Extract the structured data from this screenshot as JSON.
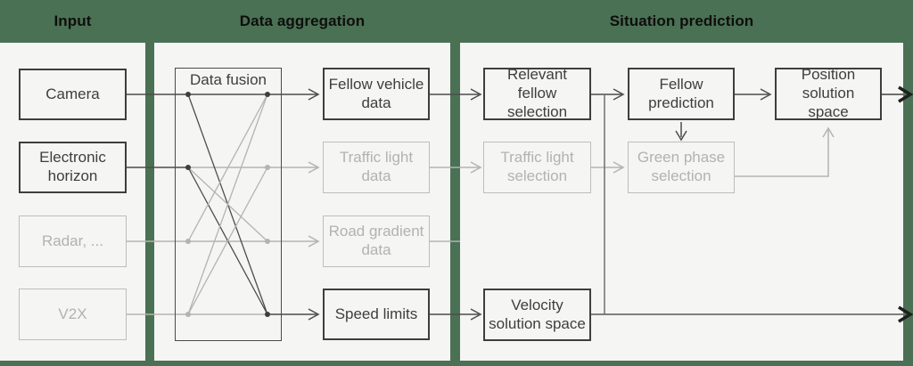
{
  "headers": {
    "input": "Input",
    "aggregation": "Data aggregation",
    "prediction": "Situation prediction"
  },
  "nodes": {
    "camera": {
      "label": "Camera",
      "tone": "dark"
    },
    "electronic_horizon": {
      "label": "Electronic horizon",
      "tone": "dark"
    },
    "radar": {
      "label": "Radar, ...",
      "tone": "muted"
    },
    "v2x": {
      "label": "V2X",
      "tone": "muted"
    },
    "data_fusion": {
      "label": "Data fusion",
      "tone": "dark"
    },
    "fellow_vehicle_data": {
      "label": "Fellow vehicle data",
      "tone": "dark"
    },
    "traffic_light_data": {
      "label": "Traffic light data",
      "tone": "muted"
    },
    "road_gradient_data": {
      "label": "Road gradient data",
      "tone": "muted"
    },
    "speed_limits": {
      "label": "Speed limits",
      "tone": "dark"
    },
    "relevant_fellow_selection": {
      "label": "Relevant fellow selection",
      "tone": "dark"
    },
    "traffic_light_selection": {
      "label": "Traffic light selection",
      "tone": "muted"
    },
    "velocity_solution_space": {
      "label": "Velocity solution space",
      "tone": "dark"
    },
    "fellow_prediction": {
      "label": "Fellow prediction",
      "tone": "dark"
    },
    "green_phase_selection": {
      "label": "Green phase selection",
      "tone": "muted"
    },
    "position_solution_space": {
      "label": "Position solution space",
      "tone": "dark"
    }
  },
  "connections": [
    "Camera -> Data fusion -> Fellow vehicle data",
    "Electronic horizon -> Data fusion -> Traffic light data",
    "Radar, ... -> Data fusion -> Road gradient data",
    "V2X -> Data fusion -> Speed limits",
    "Camera x Speed limits (fusion crossing, dark)",
    "Electronic horizon x Speed limits (fusion crossing, dark)",
    "Electronic horizon x Road gradient data (fusion crossing, gray)",
    "Radar x Fellow vehicle data (fusion crossing, gray)",
    "V2X x Fellow vehicle data (fusion crossing, gray)",
    "V2X x Traffic light data (fusion crossing, gray)",
    "Fellow vehicle data -> Relevant fellow selection",
    "Traffic light data -> Traffic light selection",
    "Road gradient data -> (ends at divider)",
    "Speed limits -> Velocity solution space",
    "Relevant fellow selection -> Fellow prediction",
    "Traffic light selection -> Green phase selection",
    "Fellow prediction -> Green phase selection",
    "Fellow prediction -> Position solution space",
    "Green phase selection -> Position solution space",
    "Velocity solution space -> Fellow prediction (branch up)",
    "Velocity solution space -> output",
    "Position solution space -> output"
  ],
  "colors": {
    "background_green": "#4a7153",
    "panel": "#f5f5f4",
    "dark_line": "#4d4d4d",
    "gray_line": "#b3b3b3",
    "exit_arrow": "#1f1f1f",
    "header_text": "#0e0e0e"
  }
}
